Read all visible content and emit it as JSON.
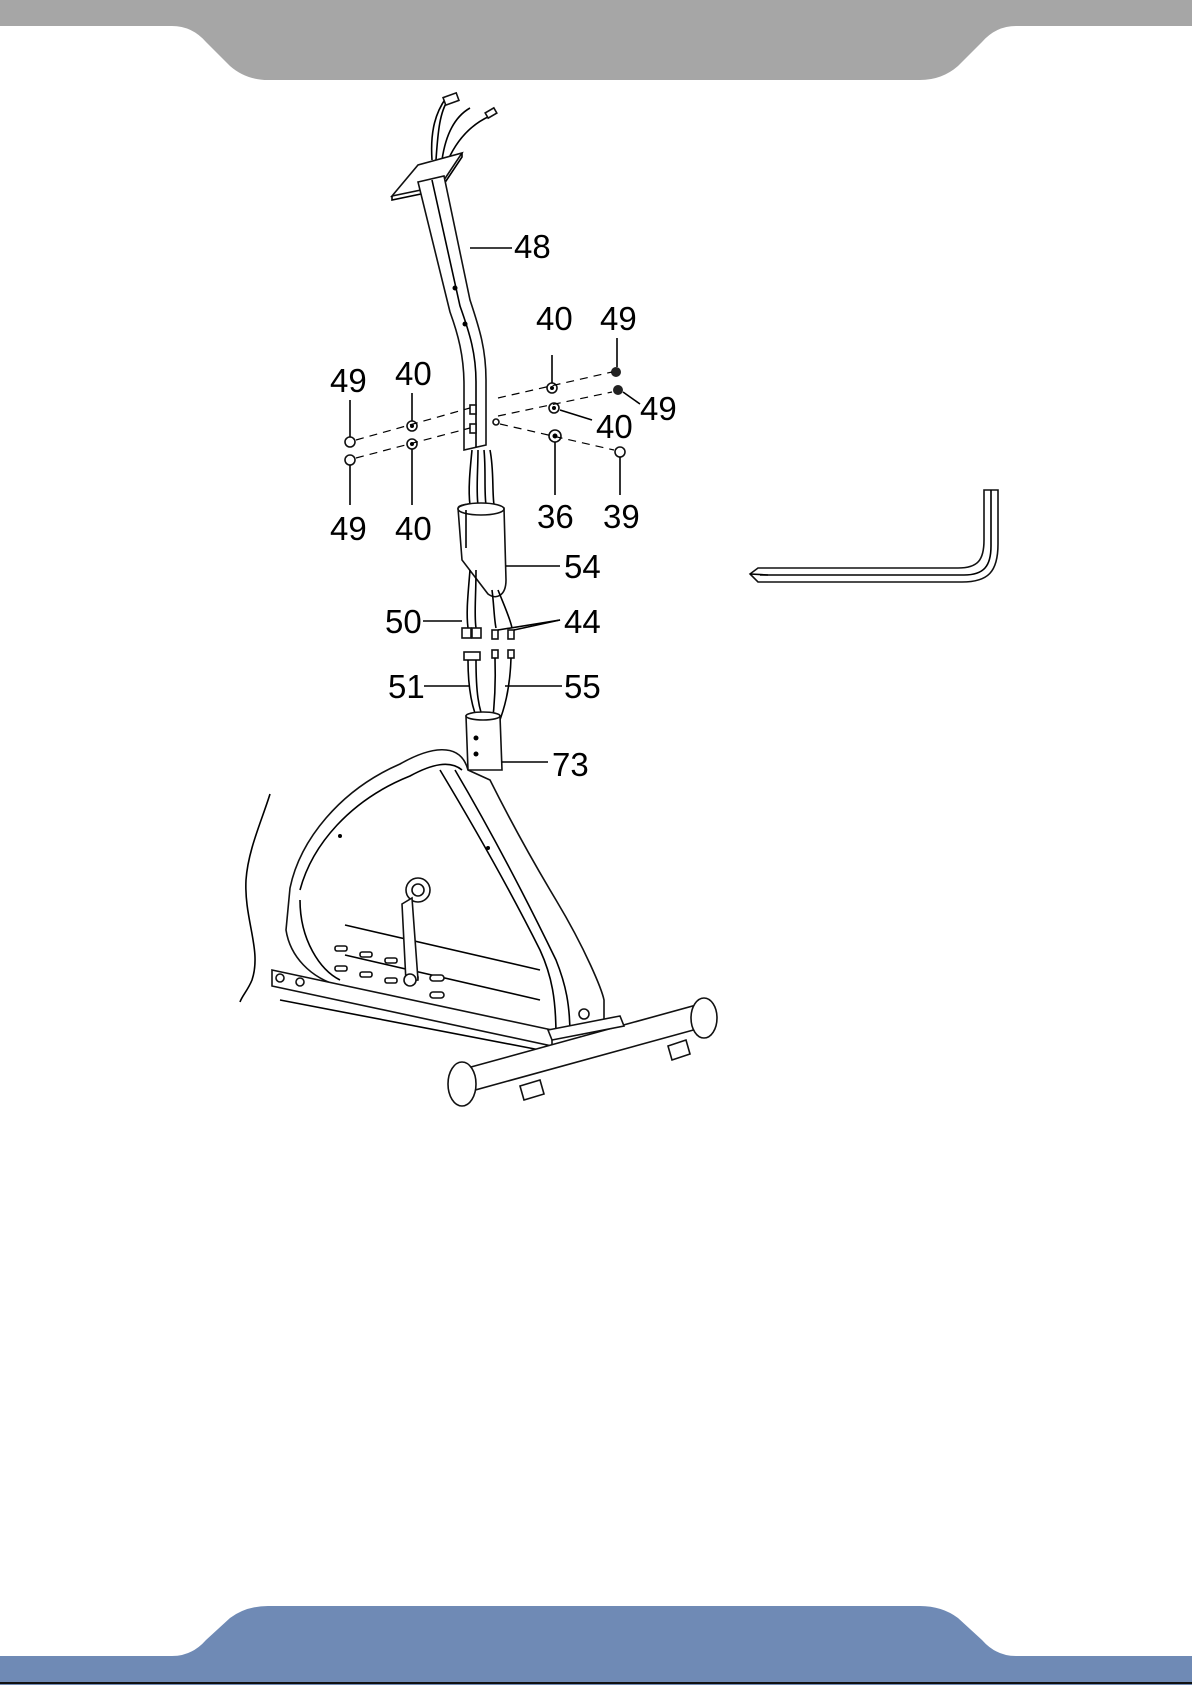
{
  "colors": {
    "header_band": "#a6a6a6",
    "footer_band": "#6f8ab5",
    "line": "#000000"
  },
  "callouts": {
    "p48": "48",
    "p49_top_right": "49",
    "p40_top_right": "40",
    "p49_mid_right": "49",
    "p40_mid_right": "40",
    "p49_left_top": "49",
    "p40_left_top": "40",
    "p49_left_bottom": "49",
    "p40_left_bottom": "40",
    "p36": "36",
    "p39": "39",
    "p54": "54",
    "p50": "50",
    "p44": "44",
    "p51": "51",
    "p55": "55",
    "p73": "73"
  }
}
